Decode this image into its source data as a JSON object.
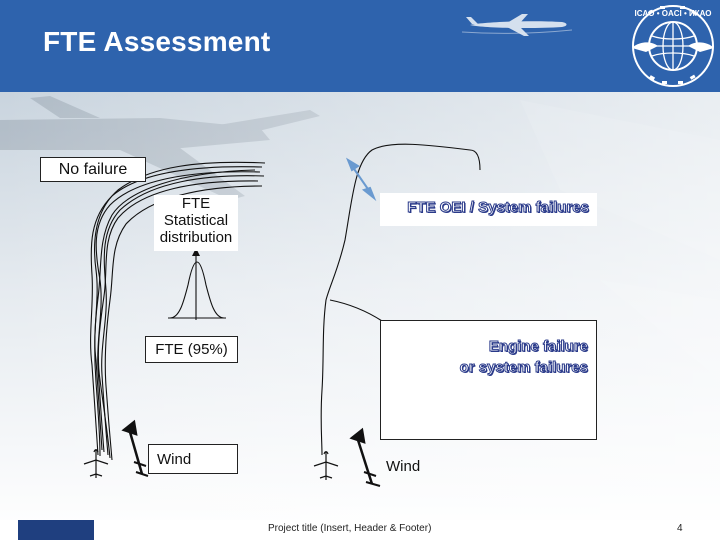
{
  "slide": {
    "title": "FTE Assessment",
    "emblem_text": "ICAO • OACI • ИКАО"
  },
  "diagram": {
    "no_failure_label": "No failure",
    "fte_statistical_label": "FTE Statistical distribution",
    "fte_95_label": "FTE (95%)",
    "wind_label_left": "Wind",
    "fte_oei_label": "FTE OEI / System failures",
    "engine_failure_label_line1": "Engine failure",
    "engine_failure_label_line2": "or system failures",
    "wind_label_right": "Wind"
  },
  "footer": {
    "project_title": "Project title (Insert, Header & Footer)",
    "page_number": "4"
  },
  "colors": {
    "header_blue": "#2e63ad",
    "arrow_blue": "#6a9ad0",
    "outline_text": "#2a3a8a"
  }
}
